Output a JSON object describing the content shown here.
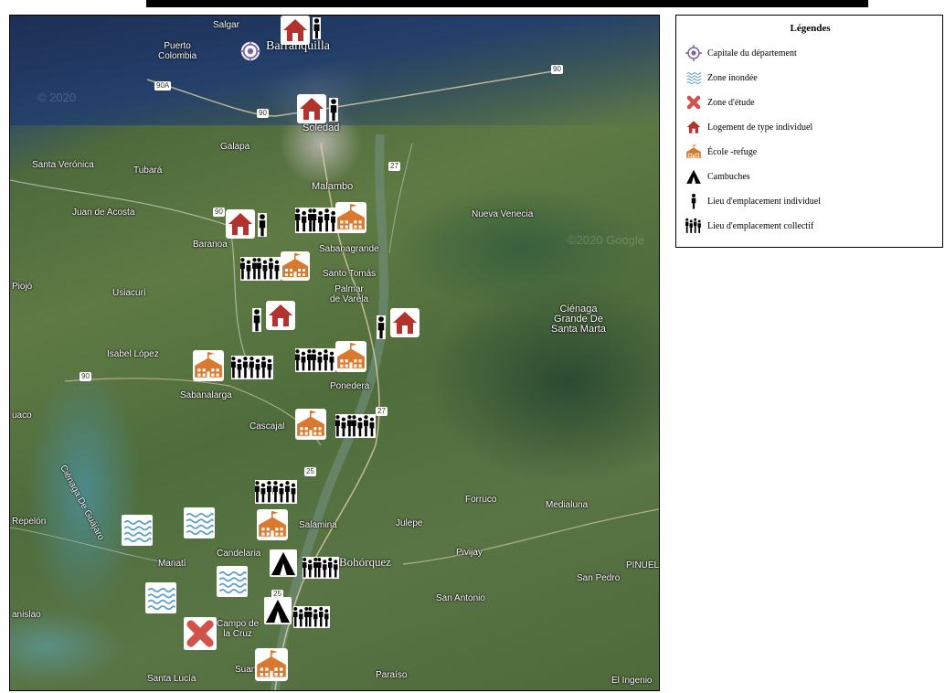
{
  "legend": {
    "title": "Légendes",
    "items": [
      {
        "icon": "capital-icon",
        "label": "Capitale du département"
      },
      {
        "icon": "flood-zone-icon",
        "label": "Zone inondée"
      },
      {
        "icon": "study-zone-icon",
        "label": "Zone d'étude"
      },
      {
        "icon": "individual-house-icon",
        "label": "Logement de type individuel"
      },
      {
        "icon": "school-refuge-icon",
        "label": "École -refuge"
      },
      {
        "icon": "tent-icon",
        "label": "Cambuches"
      },
      {
        "icon": "individual-person-icon",
        "label": "Lieu d'emplacement  individuel"
      },
      {
        "icon": "collective-people-icon",
        "label": "Lieu d'emplacement  collectif"
      }
    ]
  },
  "map": {
    "watermarks": [
      "© 2020",
      "©2020 Google"
    ],
    "places": {
      "salgar": "Salgar",
      "puerto_colombia": "Puerto\nColombia",
      "barranquilla": "Barranquilla",
      "soledad": "Soledad",
      "galapa": "Galapa",
      "santa_veronica": "Santa Verónica",
      "tubara": "Tubará",
      "malambo": "Malambo",
      "juan_de_acosta": "Juan de Acosta",
      "baranoa": "Baranoa",
      "sabanagrande": "Sabanagrande",
      "santo_tomas": "Santo Tomás",
      "palmar": "Palmar\nde Varela",
      "nueva_venecia": "Nueva Venecia",
      "cienaga": "Ciénaga\nGrande De\nSanta Marta",
      "piojo": "Piojó",
      "usiacuri": "Usiacurí",
      "isabel_lopez": "Isabel López",
      "sabanalarga": "Sabanalarga",
      "ponedera": "Ponedera",
      "luruaco": "uaco",
      "cascajal": "Cascajal",
      "cienaga_guajaro": "Ciénaga De Guájaro",
      "forruco": "Forruco",
      "medialuna": "Medialuna",
      "repelon": "Repelón",
      "salamina": "Salamina",
      "julepe": "Julepe",
      "manati": "Manatí",
      "candelaria": "Candelaria",
      "bohorquez": "Bohórquez",
      "pivijay": "Pivijay",
      "pinuel": "PINUEL",
      "san_pedro": "San Pedro",
      "san_antonio": "San Antonio",
      "anislao": "anislao",
      "campo_de_la_cruz": "Campo de\nla Cruz",
      "santa_lucia": "Santa Lucía",
      "suan": "Suan",
      "paraiso": "Paraíso",
      "el_ingenio": "El Ingenio"
    },
    "road_shields": [
      "90",
      "90A",
      "90",
      "27",
      "90",
      "90",
      "27",
      "25",
      "25"
    ]
  },
  "colors": {
    "house": "#b3322d",
    "school": "#d9782f",
    "flood": "#5b9ec9",
    "study_zone": "#d0524a",
    "capital": "#7b64a8",
    "figure": "#000000"
  }
}
